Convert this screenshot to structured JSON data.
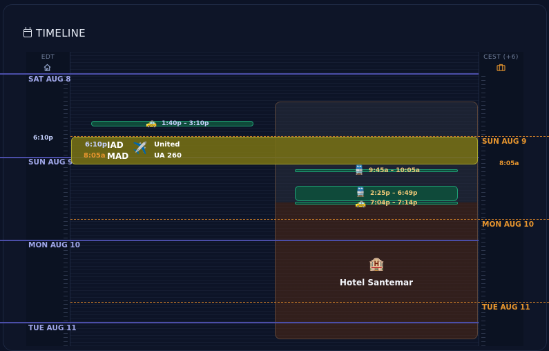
{
  "title": "TIMELINE",
  "timezones": {
    "left": "EDT",
    "right": "CEST (+6)"
  },
  "icons": {
    "calendar": "calendar-icon",
    "home": "home-icon",
    "luggage": "luggage-icon",
    "taxi": "🚕",
    "train": "🚆",
    "plane": "✈️",
    "hotel": "🏨"
  },
  "days_left": [
    {
      "label": "SAT AUG 8"
    },
    {
      "label": "SUN AUG 9"
    },
    {
      "label": "MON AUG 10"
    },
    {
      "label": "TUE AUG 11"
    }
  ],
  "days_right": [
    {
      "label": "SUN AUG 9"
    },
    {
      "label": "MON AUG 10"
    },
    {
      "label": "TUE AUG 11"
    }
  ],
  "side_times": {
    "left": "6:10p",
    "right": "8:05a"
  },
  "flight": {
    "depart_time": "6:10p",
    "arrive_time": "8:05a",
    "from": "IAD",
    "to": "MAD",
    "airline": "United",
    "number": "UA 260"
  },
  "transits": [
    {
      "time": "1:40p – 3:10p"
    },
    {
      "time": "9:45a – 10:05a"
    },
    {
      "time": "2:25p – 6:49p"
    },
    {
      "time": "7:04p – 7:14p"
    }
  ],
  "hotel": {
    "name": "Hotel Santemar"
  },
  "colors": {
    "edt": "#9fa6e8",
    "cest": "#e7952e",
    "flight": "#76701a",
    "transit": "#1f9c73"
  }
}
